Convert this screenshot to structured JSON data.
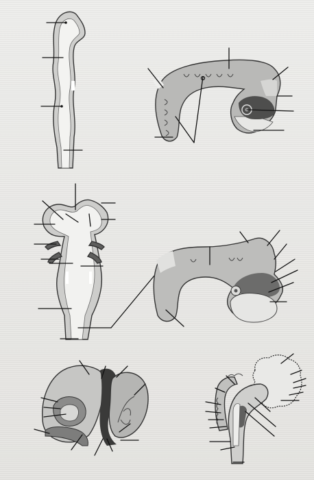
{
  "figure": {
    "panels": [
      "neural-tube-early",
      "brain-vesicles-three",
      "neural-tube-branched",
      "brain-vesicles-five",
      "adult-brain-sagittal",
      "embryo-brain-lateral"
    ],
    "colors": {
      "background": "#e9e8e6",
      "light": "#f2f2f0",
      "mid": "#c4c4c2",
      "dark": "#888887",
      "darker": "#5a5a59",
      "outline": "#333333",
      "leader": "#111111"
    }
  }
}
